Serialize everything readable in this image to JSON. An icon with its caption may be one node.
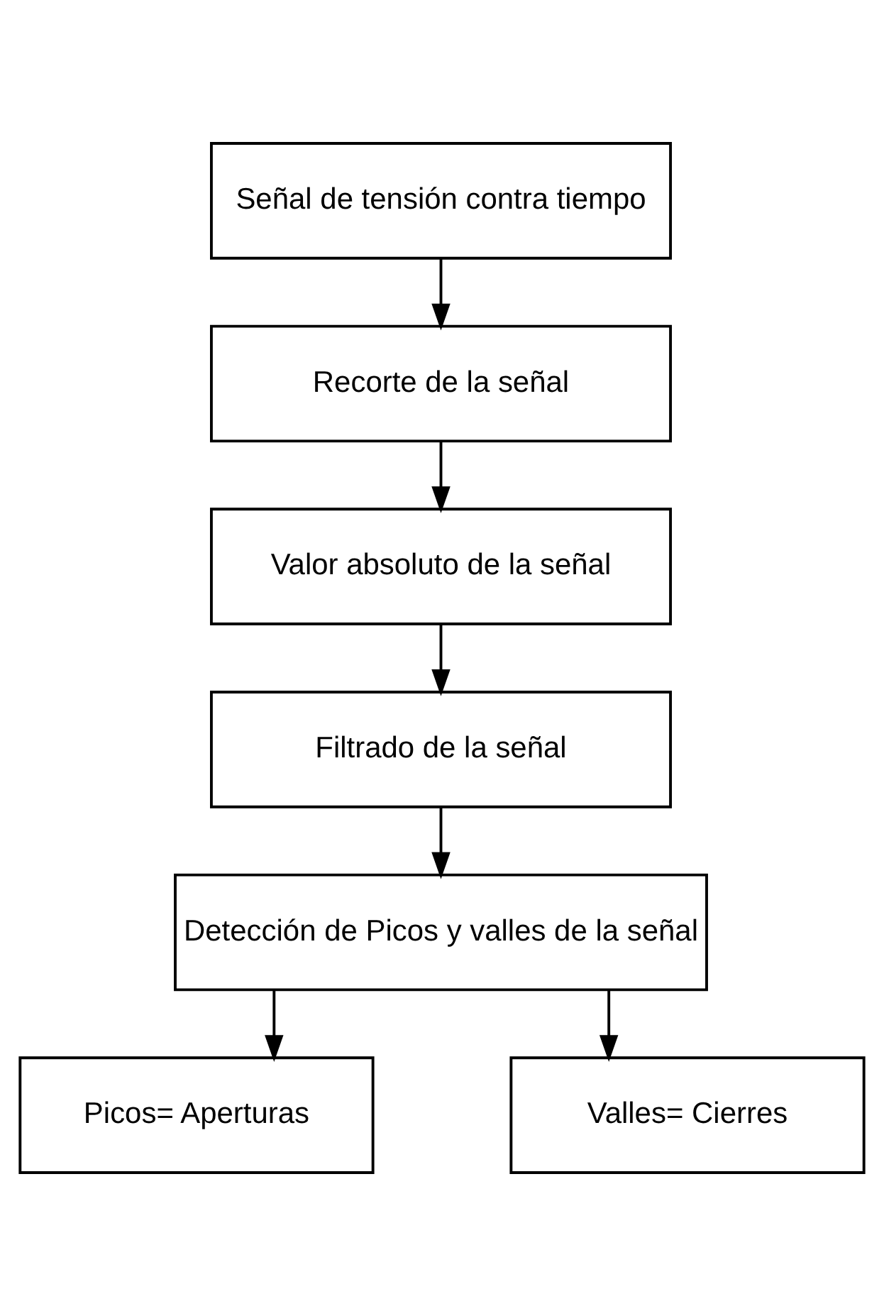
{
  "diagram": {
    "nodes": [
      {
        "text": [
          "Señal de tensión contra tiempo"
        ]
      },
      {
        "text": [
          "Recorte de la señal"
        ]
      },
      {
        "text": [
          "Valor absoluto de la señal"
        ]
      },
      {
        "text": [
          "Filtrado de la señal"
        ]
      },
      {
        "text": [
          "Detección de Picos y valles de la señal"
        ]
      },
      {
        "text": [
          "Picos= Aperturas"
        ]
      },
      {
        "text": [
          "Valles= Cierres"
        ]
      }
    ],
    "edges": [
      {
        "from": 0,
        "to": 1,
        "arrow": "to"
      },
      {
        "from": 1,
        "to": 2,
        "arrow": "to"
      },
      {
        "from": 2,
        "to": 3,
        "arrow": "to"
      },
      {
        "from": 3,
        "to": 4,
        "arrow": "to"
      },
      {
        "from": 4,
        "to": 5,
        "arrow": "to"
      },
      {
        "from": 4,
        "to": 6,
        "arrow": "to"
      }
    ]
  }
}
